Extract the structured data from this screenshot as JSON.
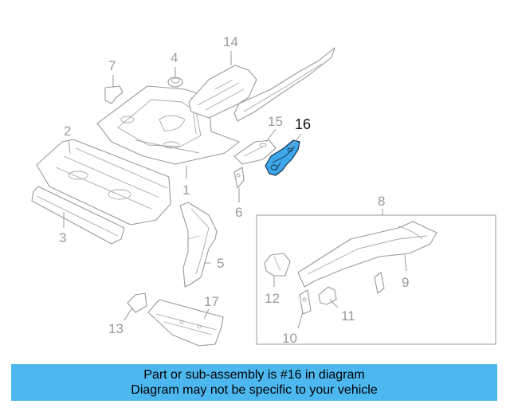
{
  "callouts": {
    "c1": "1",
    "c2": "2",
    "c3": "3",
    "c4": "4",
    "c5": "5",
    "c6": "6",
    "c7": "7",
    "c8": "8",
    "c9": "9",
    "c10": "10",
    "c11": "11",
    "c12": "12",
    "c13": "13",
    "c14": "14",
    "c15": "15",
    "c16": "16",
    "c17": "17"
  },
  "highlight": {
    "part_number": "16",
    "color": "#3ea7ea"
  },
  "banner": {
    "line1": "Part or sub-assembly is #16 in diagram",
    "line2": "Diagram may not be specific to your vehicle",
    "color": "#4db8f0"
  }
}
